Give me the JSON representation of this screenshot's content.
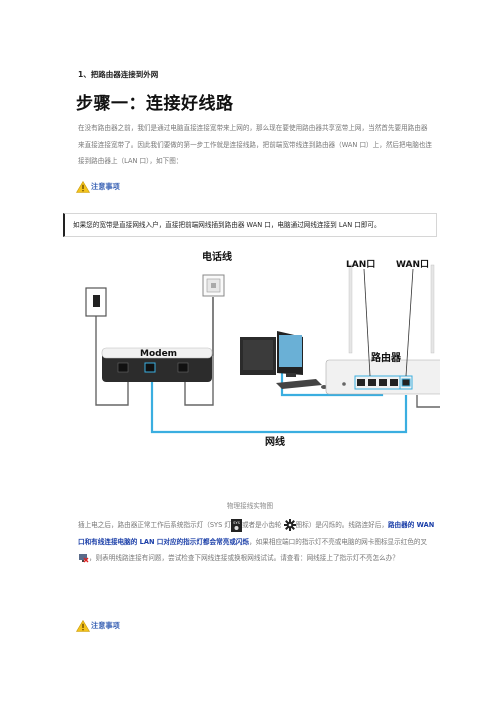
{
  "heading": "1、把路由器连接到外网",
  "step_title": "步骤一：连接好线路",
  "intro_paragraph": "在没有路由器之前，我们是通过电脑直接连接宽带来上网的，那么现在要使用路由器共享宽带上网，当然首先要用路由器来直接连接宽带了。因此我们要做的第一步工作就是连接线路，把前端宽带线连到路由器（WAN 口）上，然后把电脑也连接到路由器上（LAN 口），如下图：",
  "notice_label_1": "注意事项",
  "note_text": "如果您的宽带是直接网线入户，直接把前端网线插到路由器 WAN 口，电脑通过网线连接到 LAN 口即可。",
  "diagram": {
    "phone_line_label": "电话线",
    "lan_label": "LAN口",
    "wan_label": "WAN口",
    "modem_label": "Modem",
    "router_label": "路由器",
    "cable_label": "网线",
    "cable_color": "#3aaee0"
  },
  "caption": "物理接线实物图",
  "status_paragraph": {
    "part1": "插上电之后，路由器正常工作后系统指示灯（SYS 灯",
    "sys_icon_text": "SYS",
    "part2": "或者是小齿轮",
    "part3": "图标）是闪烁的。线路连好后，",
    "highlight": "路由器的 WAN 口和有线连接电脑的 LAN 口对应的指示灯都会常亮或闪烁",
    "part4": "，如果相应端口的指示灯不亮或电脑的网卡图标显示红色的叉",
    "part5": "，则表明线路连接有问题，尝试检查下网线连接或换根网线试试。请查看：网线接上了指示灯不亮怎么办？"
  },
  "notice_label_2": "注意事项",
  "colors": {
    "notice": "#3a62b5",
    "highlight": "#1a3ea8",
    "body_text": "#777777"
  },
  "icons": [
    "warning-icon",
    "sys-led-icon",
    "gear-icon",
    "network-error-icon"
  ]
}
